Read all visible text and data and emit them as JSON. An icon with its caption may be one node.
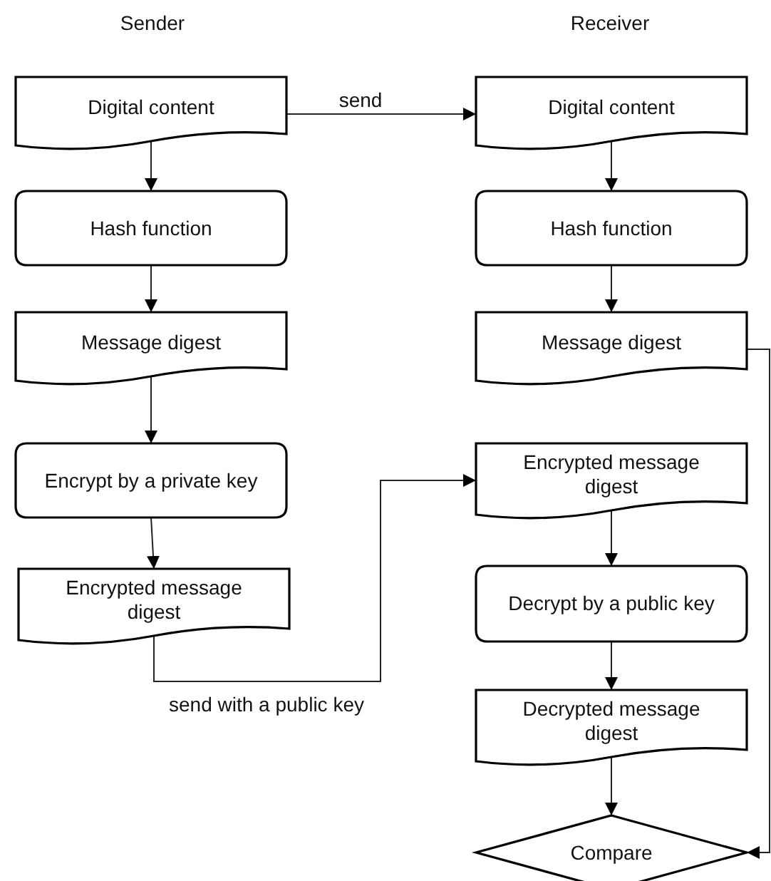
{
  "diagram": {
    "nodes": [
      {
        "text": [
          "Digital content"
        ]
      },
      {
        "text": [
          "Hash function"
        ]
      },
      {
        "text": [
          "Message digest"
        ]
      },
      {
        "text": [
          "Encrypt by a private key"
        ]
      },
      {
        "text": [
          "Encrypted message digest"
        ]
      },
      {
        "text": [
          "Digital content"
        ]
      },
      {
        "text": [
          "Hash function"
        ]
      },
      {
        "text": [
          "Message digest"
        ]
      },
      {
        "text": [
          "Encrypted message digest"
        ]
      },
      {
        "text": [
          "Decrypt by a public key"
        ]
      },
      {
        "text": [
          "Decrypted message digest"
        ]
      },
      {
        "text": [
          "Compare"
        ]
      }
    ],
    "edges": [
      {
        "from": 0,
        "to": 1,
        "arrow": "to"
      },
      {
        "from": 1,
        "to": 2,
        "arrow": "to"
      },
      {
        "from": 2,
        "to": 3,
        "arrow": "to"
      },
      {
        "from": 3,
        "to": 4,
        "arrow": "to"
      },
      {
        "from": 0,
        "to": 5,
        "arrow": "to",
        "label": "send"
      },
      {
        "from": 5,
        "to": 6,
        "arrow": "to"
      },
      {
        "from": 6,
        "to": 7,
        "arrow": "to"
      },
      {
        "from": 4,
        "to": 8,
        "arrow": "to",
        "label": "send with a public key"
      },
      {
        "from": 8,
        "to": 9,
        "arrow": "to"
      },
      {
        "from": 9,
        "to": 10,
        "arrow": "to"
      },
      {
        "from": 10,
        "to": 11,
        "arrow": "to"
      },
      {
        "from": 7,
        "to": 11,
        "arrow": "to"
      }
    ],
    "labels": [
      "Sender",
      "Receiver"
    ]
  }
}
